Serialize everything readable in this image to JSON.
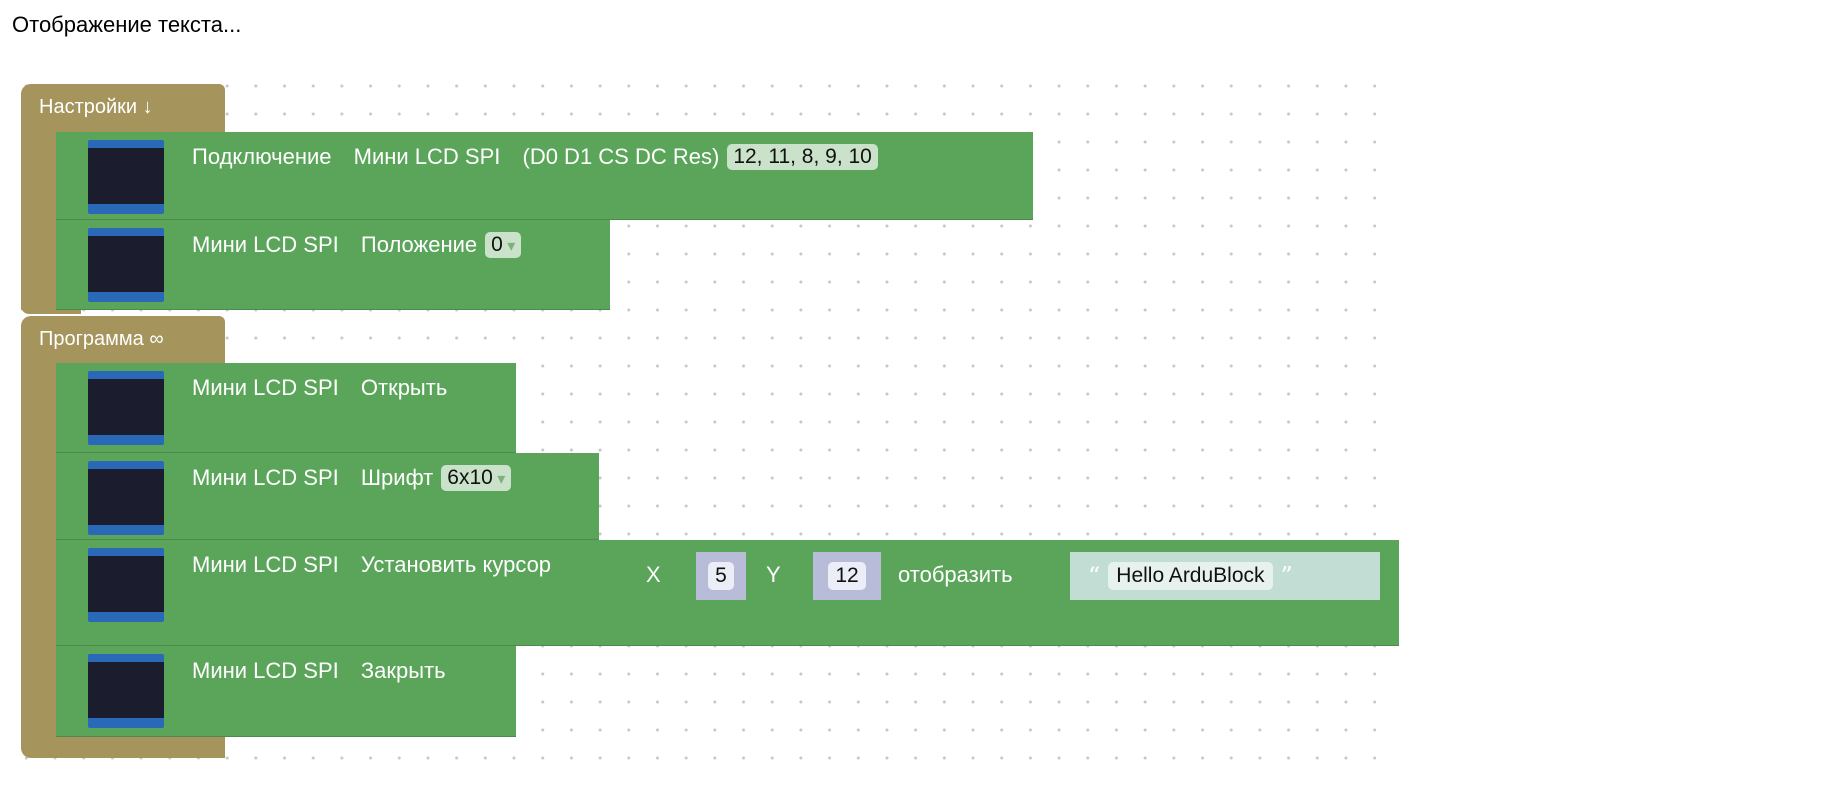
{
  "title": "Отображение текста...",
  "setup": {
    "label": "Настройки ↓",
    "blocks": [
      {
        "label1": "Подключение",
        "label2": "Мини LCD SPI",
        "label3": "(D0 D1 CS DC Res)",
        "pins": "12, 11, 8, 9, 10"
      },
      {
        "label1": "Мини LCD SPI",
        "label2": "Положение",
        "value": "0"
      }
    ]
  },
  "program": {
    "label": "Программа ∞",
    "blocks": [
      {
        "label1": "Мини LCD SPI",
        "label2": "Открыть"
      },
      {
        "label1": "Мини LCD SPI",
        "label2": "Шрифт",
        "value": "6x10"
      },
      {
        "label1": "Мини LCD SPI",
        "label2": "Установить курсор",
        "x_label": "X",
        "x": "5",
        "y_label": "Y",
        "y": "12",
        "show_label": "отобразить",
        "open_quote": "“",
        "text": "Hello ArduBlock",
        "close_quote": "”"
      },
      {
        "label1": "Мини LCD SPI",
        "label2": "Закрыть"
      }
    ]
  }
}
